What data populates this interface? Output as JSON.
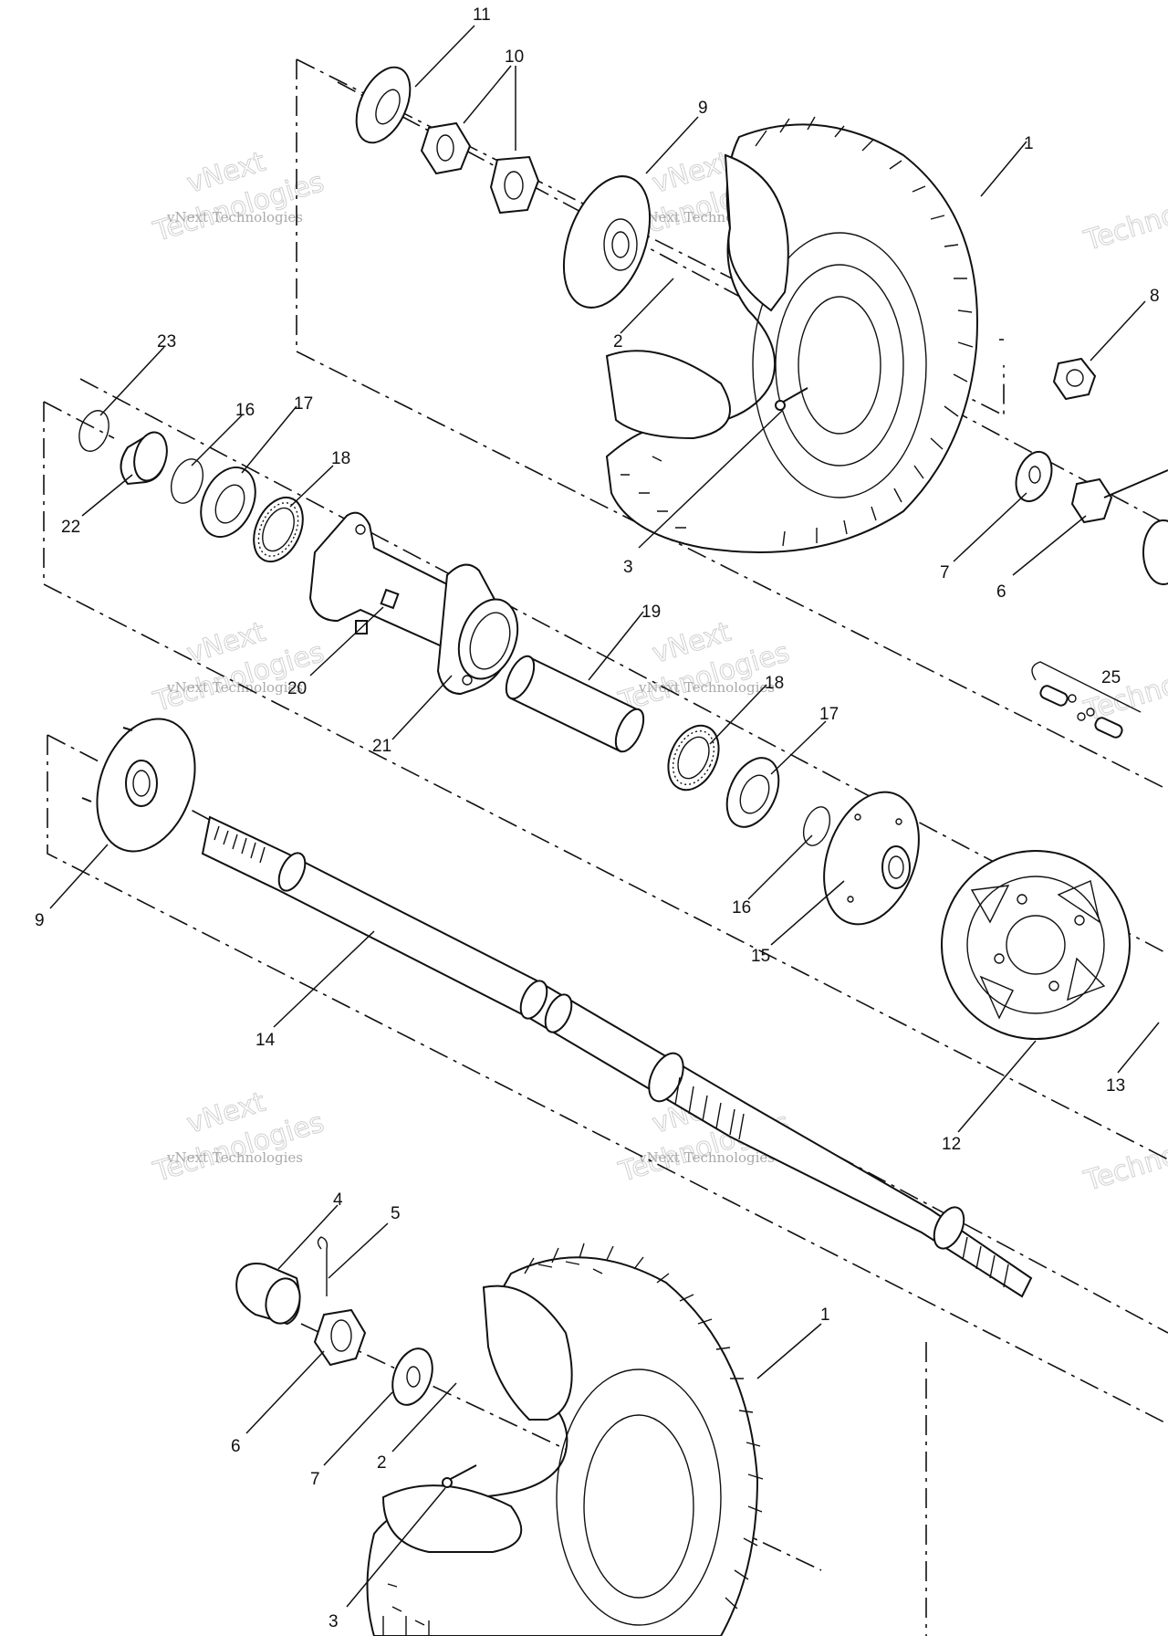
{
  "diagram": {
    "callouts": [
      {
        "id": "c11a",
        "text": "11"
      },
      {
        "id": "c10a",
        "text": "10"
      },
      {
        "id": "c9a",
        "text": "9"
      },
      {
        "id": "c1a",
        "text": "1"
      },
      {
        "id": "c8a",
        "text": "8"
      },
      {
        "id": "c2a",
        "text": "2"
      },
      {
        "id": "c3a",
        "text": "3"
      },
      {
        "id": "c7a",
        "text": "7"
      },
      {
        "id": "c6a",
        "text": "6"
      },
      {
        "id": "c23",
        "text": "23"
      },
      {
        "id": "c16a",
        "text": "16"
      },
      {
        "id": "c17a",
        "text": "17"
      },
      {
        "id": "c18a",
        "text": "18"
      },
      {
        "id": "c22",
        "text": "22"
      },
      {
        "id": "c20",
        "text": "20"
      },
      {
        "id": "c21",
        "text": "21"
      },
      {
        "id": "c19",
        "text": "19"
      },
      {
        "id": "c18b",
        "text": "18"
      },
      {
        "id": "c17b",
        "text": "17"
      },
      {
        "id": "c25",
        "text": "25"
      },
      {
        "id": "c16b",
        "text": "16"
      },
      {
        "id": "c15",
        "text": "15"
      },
      {
        "id": "c9b",
        "text": "9"
      },
      {
        "id": "c14",
        "text": "14"
      },
      {
        "id": "c13",
        "text": "13"
      },
      {
        "id": "c12",
        "text": "12"
      },
      {
        "id": "c4",
        "text": "4"
      },
      {
        "id": "c5",
        "text": "5"
      },
      {
        "id": "c1b",
        "text": "1"
      },
      {
        "id": "c6b",
        "text": "6"
      },
      {
        "id": "c7b",
        "text": "7"
      },
      {
        "id": "c2b",
        "text": "2"
      },
      {
        "id": "c3b",
        "text": "3"
      }
    ],
    "watermark": {
      "line1": "vNext Technologies",
      "line2": "Technologies",
      "line3": "vNext"
    }
  }
}
